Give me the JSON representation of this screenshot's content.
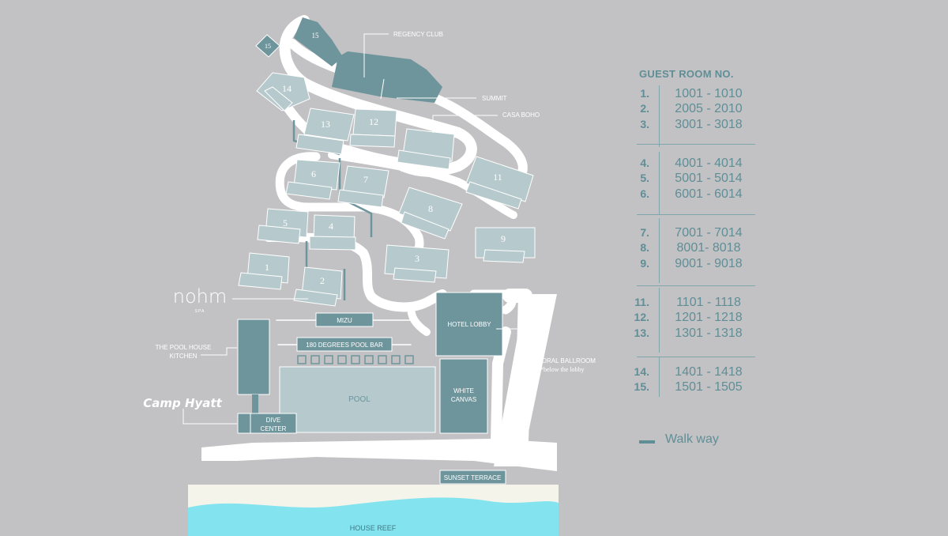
{
  "map": {
    "buildings": [
      {
        "id": "15",
        "label": "15"
      },
      {
        "id": "15b",
        "label": "15"
      },
      {
        "id": "14",
        "label": "14"
      },
      {
        "id": "13",
        "label": "13"
      },
      {
        "id": "12",
        "label": "12"
      },
      {
        "id": "11",
        "label": "11"
      },
      {
        "id": "9",
        "label": "9"
      },
      {
        "id": "8",
        "label": "8"
      },
      {
        "id": "7",
        "label": "7"
      },
      {
        "id": "6",
        "label": "6"
      },
      {
        "id": "5",
        "label": "5"
      },
      {
        "id": "4",
        "label": "4"
      },
      {
        "id": "3",
        "label": "3"
      },
      {
        "id": "2",
        "label": "2"
      },
      {
        "id": "1",
        "label": "1"
      }
    ],
    "facilities": {
      "mizu": "MIZU",
      "pool_bar": "180 DEGREES POOL BAR",
      "hotel_lobby": "HOTEL LOBBY",
      "pool": "POOL",
      "white_canvas_1": "WHITE",
      "white_canvas_2": "CANVAS",
      "dive_1": "DIVE",
      "dive_2": "CENTER",
      "sunset_terrace": "SUNSET TERRACE",
      "house_reef": "HOUSE REEF"
    },
    "callouts": {
      "regency_club": "REGENCY CLUB",
      "summit": "SUMMIT",
      "casa_boho": "CASA BOHO",
      "coral_ballroom": "CORAL BALLROOM",
      "coral_note": "*below the lobby",
      "pool_house_1": "THE POOL HOUSE",
      "pool_house_2": "KITCHEN"
    },
    "logos": {
      "nohm": "nohm",
      "nohm_sub": "SPA",
      "camp_hyatt": "Camp Hyatt"
    }
  },
  "legend": {
    "title": "GUEST ROOM NO.",
    "groups": [
      [
        {
          "num": "1.",
          "range": "1001 -  1010"
        },
        {
          "num": "2.",
          "range": "2005 - 2010"
        },
        {
          "num": "3.",
          "range": "3001 - 3018"
        }
      ],
      [
        {
          "num": "4.",
          "range": "4001 -  4014"
        },
        {
          "num": "5.",
          "range": "5001 - 5014"
        },
        {
          "num": "6.",
          "range": "6001 - 6014"
        }
      ],
      [
        {
          "num": "7.",
          "range": "7001 -  7014"
        },
        {
          "num": "8.",
          "range": "8001- 8018"
        },
        {
          "num": "9.",
          "range": "9001 - 9018"
        }
      ],
      [
        {
          "num": "11.",
          "range": "1101 -  1118"
        },
        {
          "num": "12.",
          "range": "1201 - 1218"
        },
        {
          "num": "13.",
          "range": "1301 - 1318"
        }
      ],
      [
        {
          "num": "14.",
          "range": "1401 -  1418"
        },
        {
          "num": "15.",
          "range": "1501 - 1505"
        }
      ]
    ],
    "walkway_label": "Walk way"
  },
  "colors": {
    "background": "#c2c2c4",
    "path": "#ffffff",
    "building_light": "#b6c9cc",
    "building_dark": "#6e959c",
    "legend_text": "#5f8e96",
    "sea": "#83e3ee",
    "sand": "#f4f4ea"
  }
}
